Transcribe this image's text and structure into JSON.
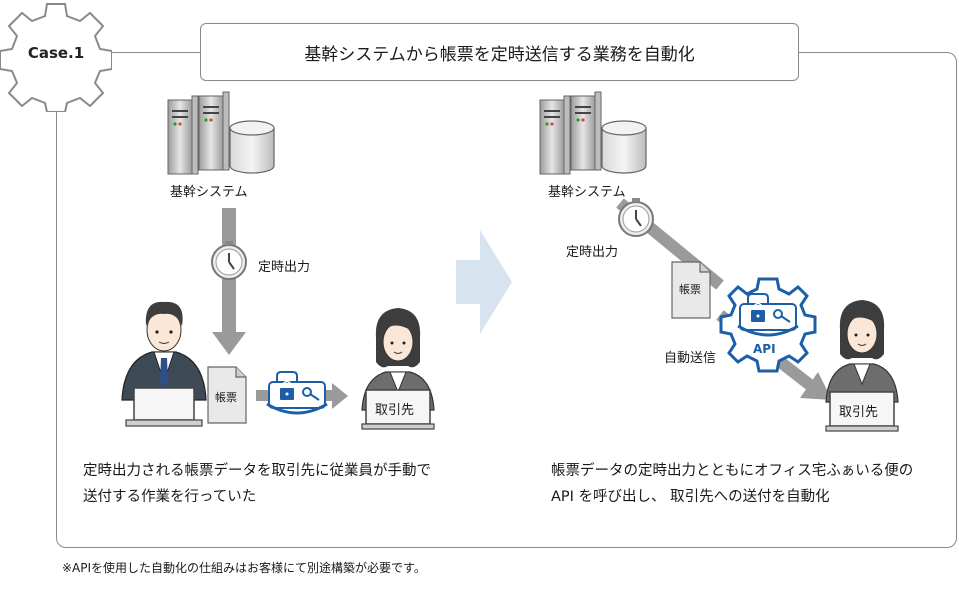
{
  "case_label": "Case.1",
  "title": "基幹システムから帳票を定時送信する業務を自動化",
  "before": {
    "system_label": "基幹システム",
    "schedule_label": "定時出力",
    "document_label": "帳票",
    "recipient_label": "取引先",
    "description_line1": "定時出力される帳票データを取引先に従業員が手動で",
    "description_line2": "送付する作業を行っていた"
  },
  "after": {
    "system_label": "基幹システム",
    "schedule_label": "定時出力",
    "document_label": "帳票",
    "api_label": "API",
    "send_label": "自動送信",
    "recipient_label": "取引先",
    "description_line1": "帳票データの定時出力とともにオフィス宅ふぁいる便の",
    "description_line2": "API を呼び出し、 取引先への送付を自動化"
  },
  "footnote": "※APIを使用した自動化の仕組みはお客様にて別途構築が必要です。",
  "colors": {
    "border": "#8a8a8a",
    "arrow": "#9a9a9a",
    "transition_arrow": "#d7e4ef",
    "brand_blue": "#1c5fa8"
  }
}
